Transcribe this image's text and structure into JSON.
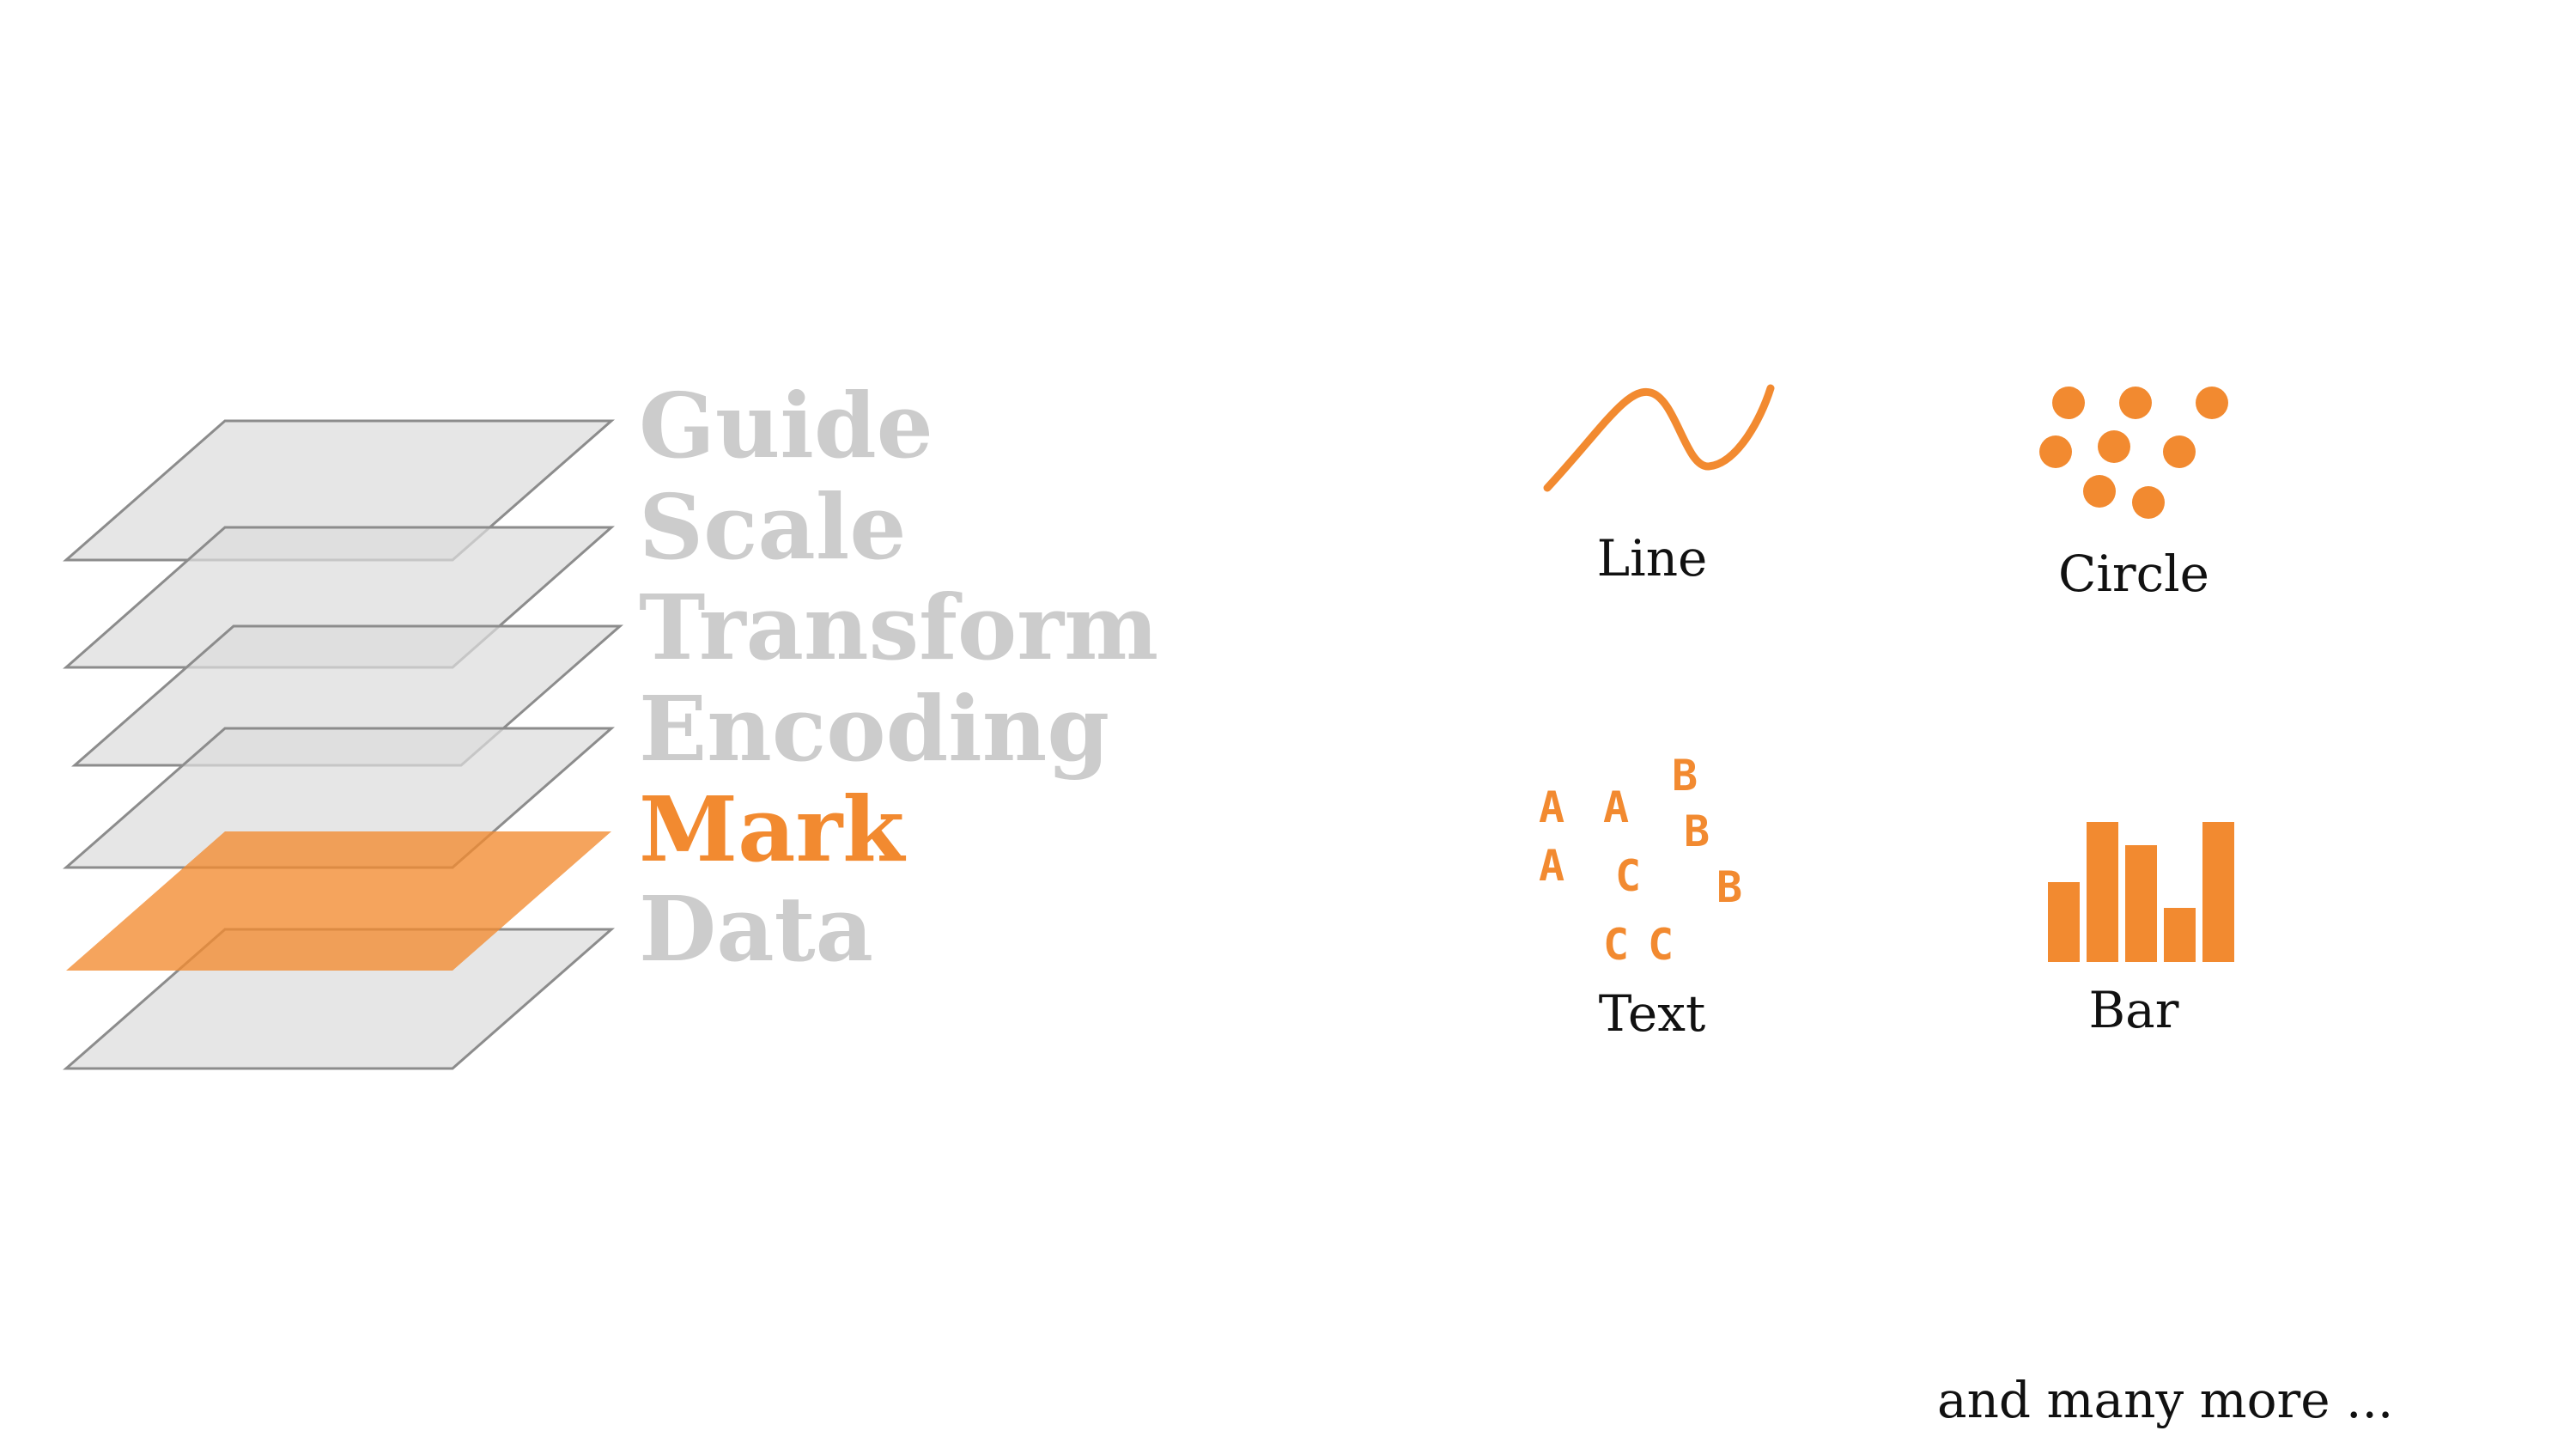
{
  "colors": {
    "accent": "#F28A30",
    "muted": "#CCCCCC",
    "layer_fill": "#DCDCDC",
    "layer_stroke": "#8C8C8C",
    "text": "#111111"
  },
  "layers": [
    {
      "label": "Guide",
      "highlighted": false
    },
    {
      "label": "Scale",
      "highlighted": false
    },
    {
      "label": "Transform",
      "highlighted": false
    },
    {
      "label": "Encoding",
      "highlighted": false
    },
    {
      "label": "Mark",
      "highlighted": true
    },
    {
      "label": "Data",
      "highlighted": false
    }
  ],
  "marks": [
    {
      "label": "Line",
      "icon": "line-icon"
    },
    {
      "label": "Circle",
      "icon": "circle-icon"
    },
    {
      "label": "Text",
      "icon": "text-glyphs-icon"
    },
    {
      "label": "Bar",
      "icon": "bar-icon"
    }
  ],
  "text_glyphs": [
    "A",
    "A",
    "B",
    "A",
    "C",
    "B",
    "B",
    "C",
    "C"
  ],
  "footer": {
    "note": "and many more ..."
  }
}
